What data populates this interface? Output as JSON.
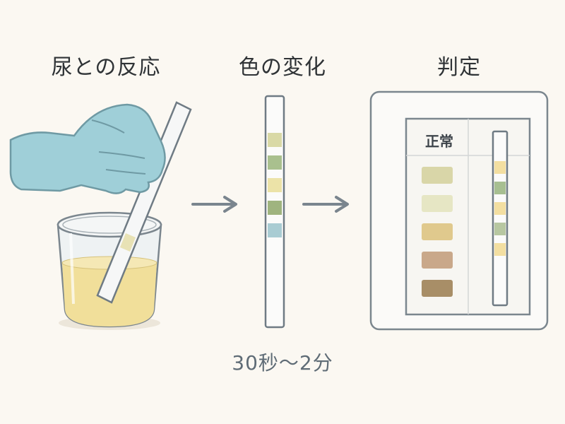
{
  "steps": [
    {
      "title": "尿との反応"
    },
    {
      "title": "色の変化"
    },
    {
      "title": "判定"
    }
  ],
  "duration_label": "30秒〜2分",
  "reference_chart": {
    "header": "正常",
    "swatches": [
      "#d9d6a8",
      "#e6e6c4",
      "#e0c98d",
      "#c9a88a",
      "#a88e67"
    ]
  },
  "strip_pads": [
    "#d9d9a6",
    "#a9c08e",
    "#ece3a8",
    "#9fb47f",
    "#a9ccd3"
  ],
  "judged_strip_pads": [
    "#f3dfa1",
    "#a7bf91",
    "#f3dfa1",
    "#b7c7a1",
    "#f3dfa1"
  ],
  "colors": {
    "outline": "#6f7b84",
    "arrow": "#7a858e",
    "glove": "#9fcfd8",
    "urine": "#f1df9a"
  }
}
